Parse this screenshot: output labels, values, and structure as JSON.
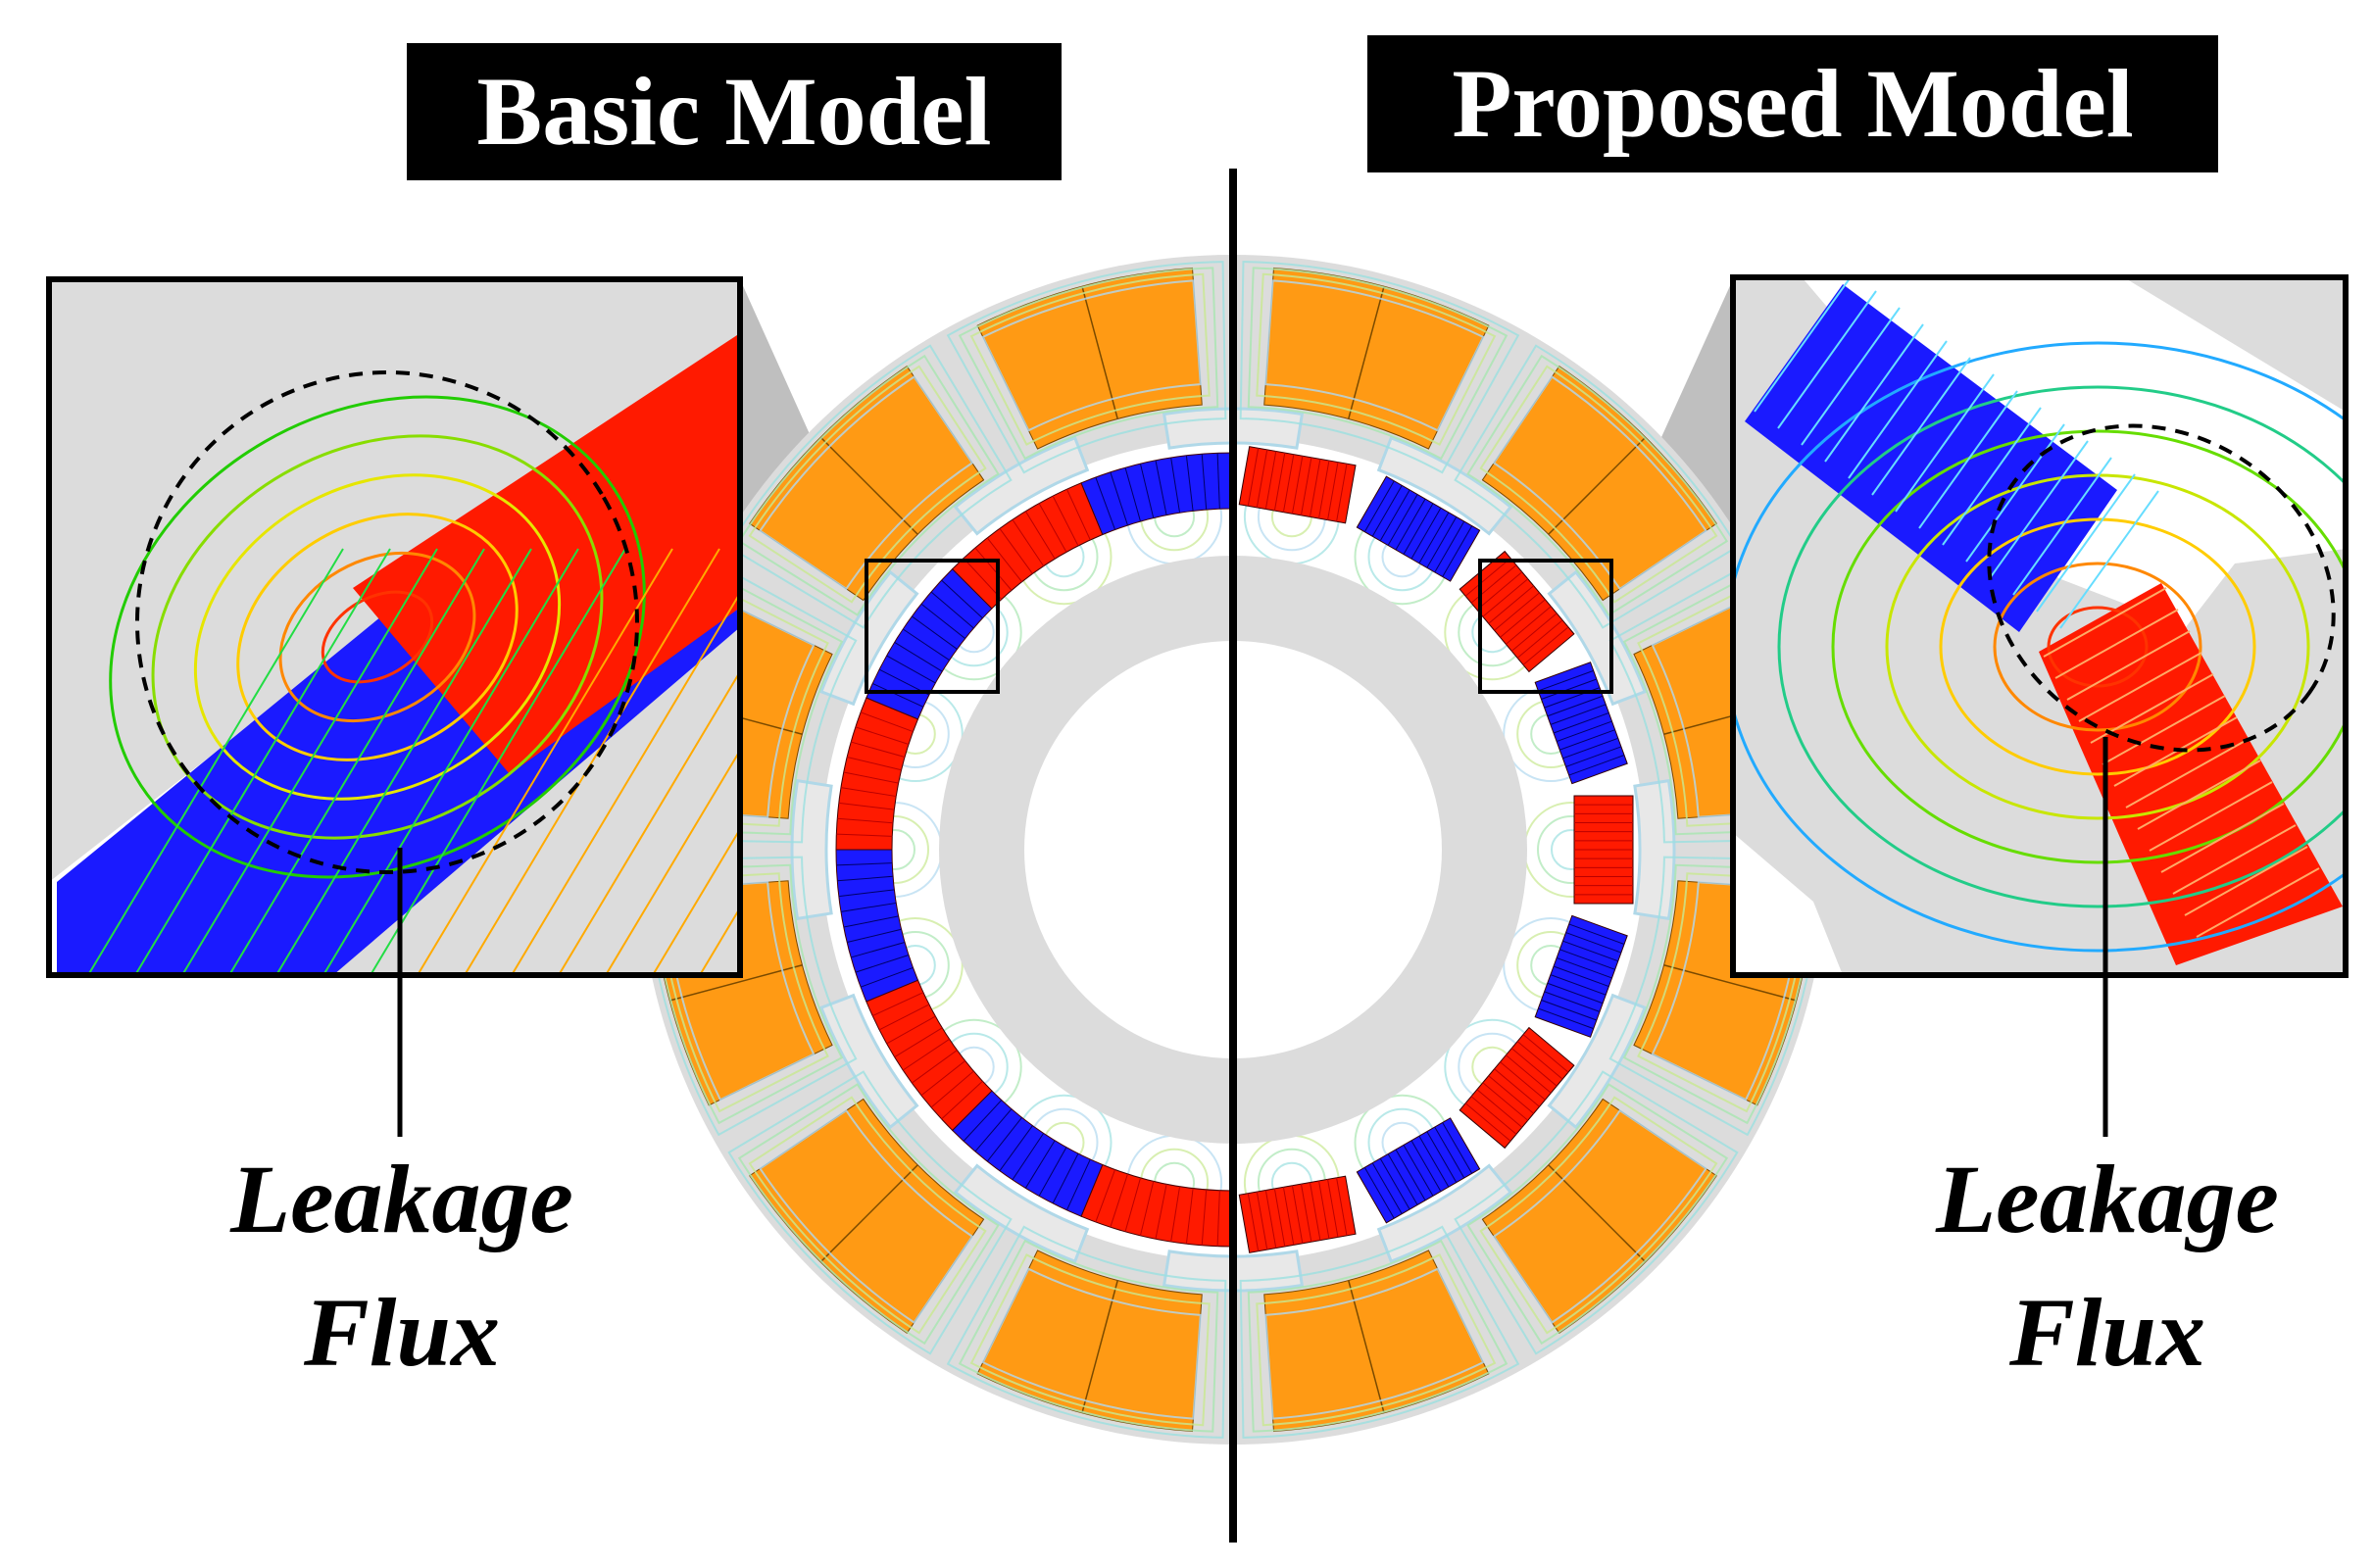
{
  "titles": {
    "left": "Basic Model",
    "right": "Proposed Model"
  },
  "annotations": {
    "left": {
      "line1": "Leakage",
      "line2": "Flux"
    },
    "right": {
      "line1": "Leakage",
      "line2": "Flux"
    }
  },
  "colors": {
    "north_magnet": "#ff1a00",
    "south_magnet": "#1a1aff",
    "coil": "#ff9a14",
    "iron": "#dcdcdc",
    "background": "#ffffff",
    "frame": "#000000"
  },
  "structure": {
    "stator_slots": 12,
    "basic_model_magnet_segments": 8,
    "proposed_model_magnets": 9
  }
}
